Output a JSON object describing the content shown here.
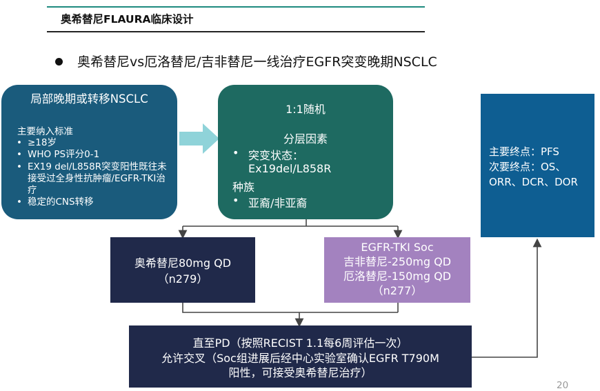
{
  "slide": {
    "title": "奥希替尼FLAURA临床设计",
    "bullet": "奥希替尼vs厄洛替尼/吉非替尼一线治疗EGFR突变晚期NSCLC",
    "page_number": "20"
  },
  "population": {
    "heading": "局部晚期或转移NSCLC",
    "criteria_title": "主要纳入标准",
    "criteria": [
      "≥18岁",
      "WHO PS评分0-1",
      "EX19 del/L858R突变阳性既往未接受过全身性抗肿瘤/EGFR-TKI治疗",
      "稳定的CNS转移"
    ]
  },
  "randomization": {
    "ratio": "1:1随机",
    "strat_title": "分层因素",
    "mutation_label": "突变状态：",
    "mutation_values": "Ex19del/L858R",
    "race_label": "种族",
    "race_values": "亚裔/非亚裔"
  },
  "endpoints": {
    "primary": "主要终点：PFS",
    "secondary": "次要终点：OS、ORR、DCR、DOR"
  },
  "arm_osimertinib": {
    "line1": "奥希替尼80mg QD",
    "line2": "（n279）"
  },
  "arm_soc": {
    "line1": "EGFR-TKI Soc",
    "line2": "吉非替尼-250mg QD",
    "line3": "厄洛替尼-150mg QD",
    "line4": "（n277）"
  },
  "followup": {
    "line1": "直至PD（按照RECIST 1.1每6周评估一次）",
    "line2": "允许交叉（Soc组进展后经中心实验室确认EGFR T790M",
    "line3": "阳性，可接受奥希替尼治疗）"
  },
  "colors": {
    "population_box": "#1a5b7c",
    "randomization_box": "#1e6a61",
    "endpoints_box": "#0e5e92",
    "arm_box": "#20294a",
    "soc_box": "#a382bf",
    "big_arrow": "#8fd3d9",
    "title_rule": "#1d8a7e"
  }
}
